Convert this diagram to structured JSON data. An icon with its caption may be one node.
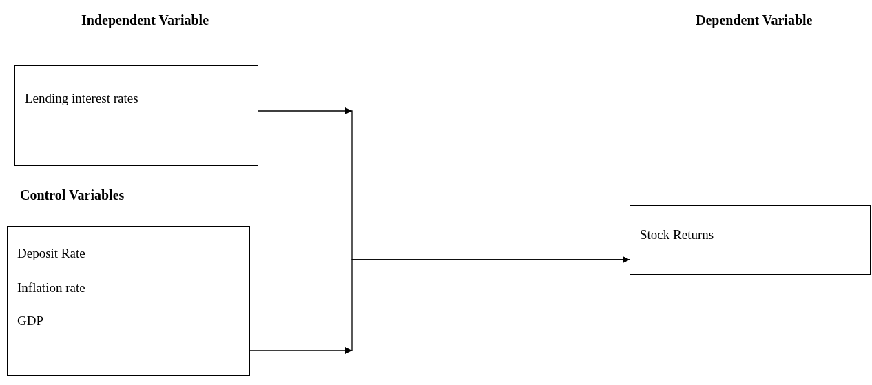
{
  "diagram": {
    "nodes": [
      {
        "text": [
          "Independent Variable",
          "Lending interest rates"
        ]
      },
      {
        "text": [
          "Control Variables",
          "Deposit Rate",
          "Inflation rate",
          "GDP"
        ]
      },
      {
        "text": [
          "Stock Returns"
        ]
      }
    ],
    "labels": [
      "Dependent Variable"
    ],
    "edges": [
      {
        "from": 0,
        "to": 2,
        "arrow": "to"
      },
      {
        "from": 1,
        "to": 2,
        "arrow": "to"
      }
    ]
  }
}
